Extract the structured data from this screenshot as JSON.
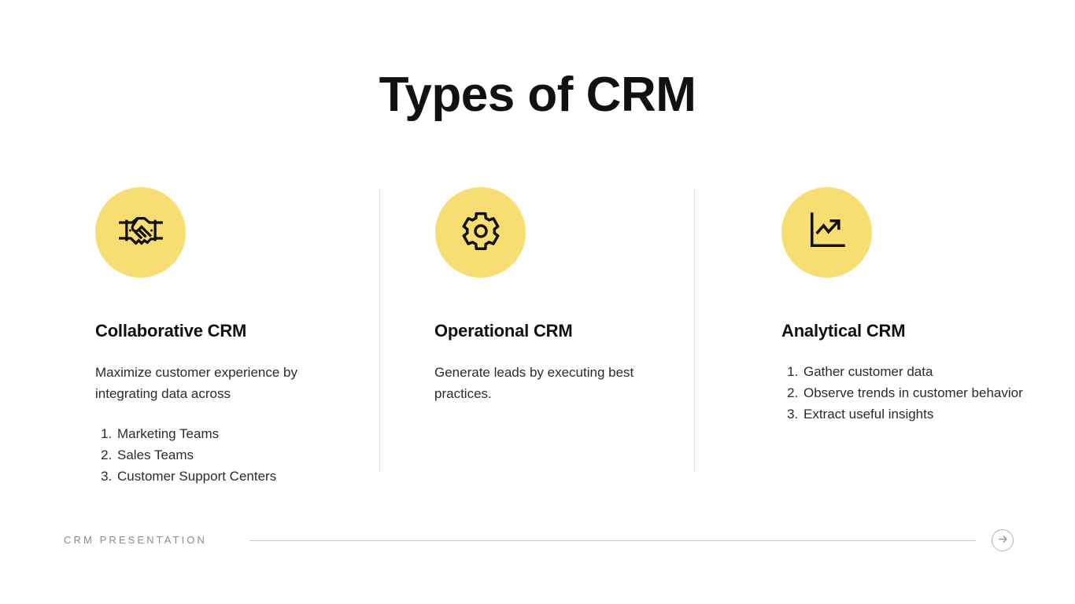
{
  "slide": {
    "title": "Types of CRM",
    "accent_color": "#F7DD72",
    "background_color": "#FFFFFF",
    "text_color": "#111111"
  },
  "columns": [
    {
      "icon": "handshake-icon",
      "heading": "Collaborative CRM",
      "body": "Maximize customer experience by integrating data across",
      "list": [
        "Marketing Teams",
        "Sales Teams",
        "Customer Support Centers"
      ]
    },
    {
      "icon": "gear-icon",
      "heading": "Operational CRM",
      "body": "Generate leads by executing best practices.",
      "list": []
    },
    {
      "icon": "growth-chart-icon",
      "heading": "Analytical CRM",
      "body": "",
      "list": [
        "Gather customer data",
        "Observe trends in customer behavior",
        "Extract useful insights"
      ]
    }
  ],
  "footer": {
    "label": "CRM PRESENTATION",
    "next_icon": "arrow-right-circle-icon"
  }
}
